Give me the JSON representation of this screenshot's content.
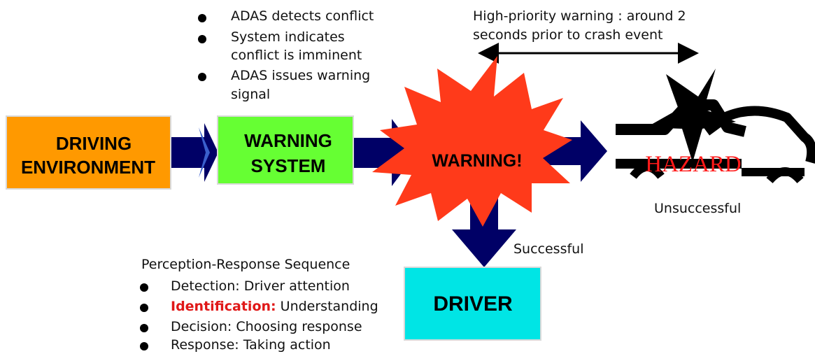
{
  "adas_bullets": [
    [
      "ADAS detects conflict"
    ],
    [
      "System indicates",
      "conflict is imminent"
    ],
    [
      "ADAS issues warning",
      "signal"
    ]
  ],
  "warning_timing": [
    "High-priority warning : around 2",
    "seconds prior to crash event"
  ],
  "boxes": {
    "driving_environment": [
      "DRIVING",
      "ENVIRONMENT"
    ],
    "warning_system": [
      "WARNING",
      "SYSTEM"
    ],
    "warning_burst": "WARNING!",
    "driver": "DRIVER"
  },
  "hazard": {
    "label": "HAZARD",
    "outcome": "Unsuccessful"
  },
  "successful_label": "Successful",
  "perception": {
    "heading": "Perception-Response Sequence",
    "items": [
      {
        "term": "Detection:",
        "text": " Driver attention",
        "highlight": false
      },
      {
        "term": "Identification:",
        "text": " Understanding",
        "highlight": true
      },
      {
        "term": "Decision:",
        "text": " Choosing response",
        "highlight": false
      },
      {
        "term": "Response:",
        "text": " Taking action",
        "highlight": false
      }
    ]
  },
  "colors": {
    "driving_environment": "#ff9900",
    "warning_system": "#66ff33",
    "driver": "#00e5e5",
    "burst": "#ff3a1a",
    "arrow": "#000066",
    "highlight": "#e01818"
  }
}
